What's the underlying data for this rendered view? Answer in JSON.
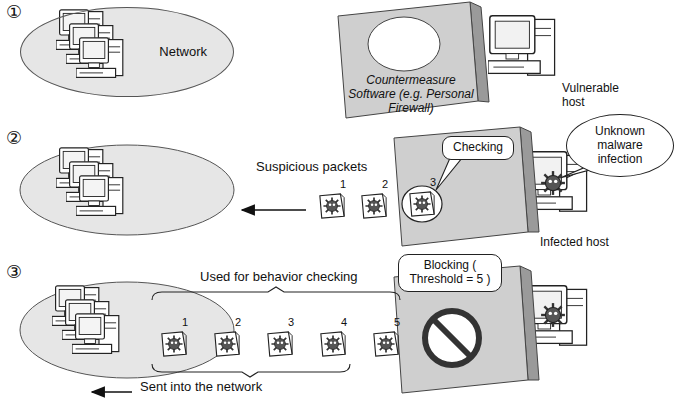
{
  "diagram": {
    "nodes": [
      {
        "text": [
          "Network"
        ]
      },
      {
        "text": [
          "Checking"
        ]
      },
      {
        "text": [
          "Unknown malware infection"
        ]
      },
      {
        "text": [
          "Blocking ( Threshold = 5 )"
        ]
      }
    ],
    "labels": [
      "①",
      "Countermeasure Software (e.g. Personal Firewall)",
      "Vulnerable host",
      "②",
      "Suspicious packets",
      "1",
      "2",
      "3",
      "Infected host",
      "③",
      "Used for behavior checking",
      "1",
      "2",
      "3",
      "4",
      "5",
      "Sent into the network"
    ]
  }
}
